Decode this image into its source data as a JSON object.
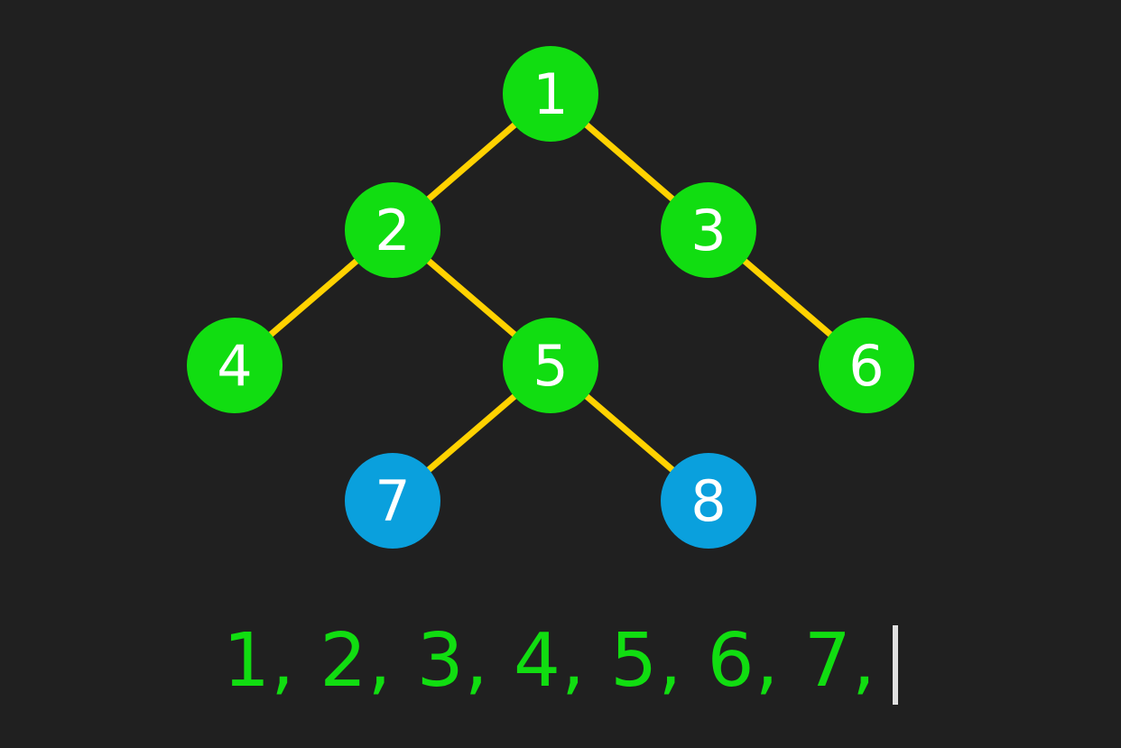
{
  "colors": {
    "background": "#202020",
    "visited_node": "#11dd11",
    "pending_node": "#0aa0dd",
    "edge": "#ffd200",
    "node_text": "#ffffff",
    "sequence_text": "#11dd11",
    "cursor": "#e0e0e0"
  },
  "tree": {
    "nodes": [
      {
        "id": "1",
        "label": "1",
        "state": "visited"
      },
      {
        "id": "2",
        "label": "2",
        "state": "visited"
      },
      {
        "id": "3",
        "label": "3",
        "state": "visited"
      },
      {
        "id": "4",
        "label": "4",
        "state": "visited"
      },
      {
        "id": "5",
        "label": "5",
        "state": "visited"
      },
      {
        "id": "6",
        "label": "6",
        "state": "visited"
      },
      {
        "id": "7",
        "label": "7",
        "state": "pending"
      },
      {
        "id": "8",
        "label": "8",
        "state": "pending"
      }
    ],
    "edges": [
      {
        "from": "1",
        "to": "2"
      },
      {
        "from": "1",
        "to": "3"
      },
      {
        "from": "2",
        "to": "4"
      },
      {
        "from": "2",
        "to": "5"
      },
      {
        "from": "3",
        "to": "6"
      },
      {
        "from": "5",
        "to": "7"
      },
      {
        "from": "5",
        "to": "8"
      }
    ]
  },
  "sequence": {
    "text": "1, 2, 3, 4, 5, 6, 7,"
  }
}
